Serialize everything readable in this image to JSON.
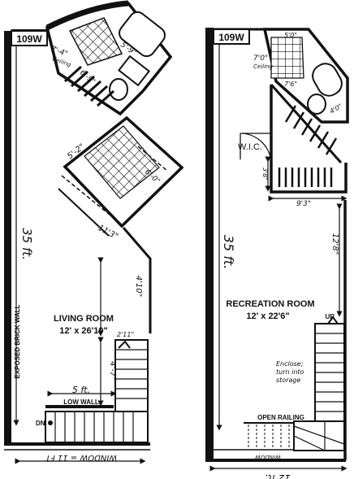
{
  "left_unit": {
    "unit_tag": "109W",
    "room_name": "LIVING ROOM",
    "room_size": "12' x 26'10\"",
    "wall_label": "EXPOSED BRICK WALL",
    "height_dim": "35 ft.",
    "bath_dim_a": "7'-4\"",
    "bath_dim_b": "5'-9\"",
    "bath_dim_c": "6'-9\"",
    "ceiling_note": "Ceiling",
    "kitchen_dim_a": "5'-2\"",
    "kitchen_dim_b": "6'-0\"",
    "dim_11_3": "11'3\"",
    "dim_4_10": "4'10\"",
    "dim_2_11": "2'11\"",
    "dim_4_7": "4'-7\"",
    "dim_5ft": "5 ft.",
    "low_wall": "LOW WALL",
    "stair_dn": "DN",
    "window_note": "WINDOW = 11 FT"
  },
  "right_unit": {
    "unit_tag": "109W",
    "room_name": "RECREATION ROOM",
    "room_size": "12' x 22'6\"",
    "height_dim": "35 ft.",
    "bath_dim_a": "5'0\"",
    "bath_dim_b": "7'0\"",
    "bath_dim_c": "7'6\"",
    "bath_dim_d": "4'0\"",
    "ceiling_note": "Ceiling",
    "closet_label": "W.I.C.",
    "dim_9_3": "9'3\"",
    "dim_12_8": "12'8\"",
    "dim_3_8": "3'8\"",
    "stair_up": "UP",
    "storage_note_1": "Enclose;",
    "storage_note_2": "turn into",
    "storage_note_3": "storage",
    "open_railing": "OPEN RAILING",
    "width_dim": "12 ft.",
    "window_note": "WINDOW"
  },
  "colors": {
    "ink": "#111111",
    "paper": "#ffffff"
  }
}
